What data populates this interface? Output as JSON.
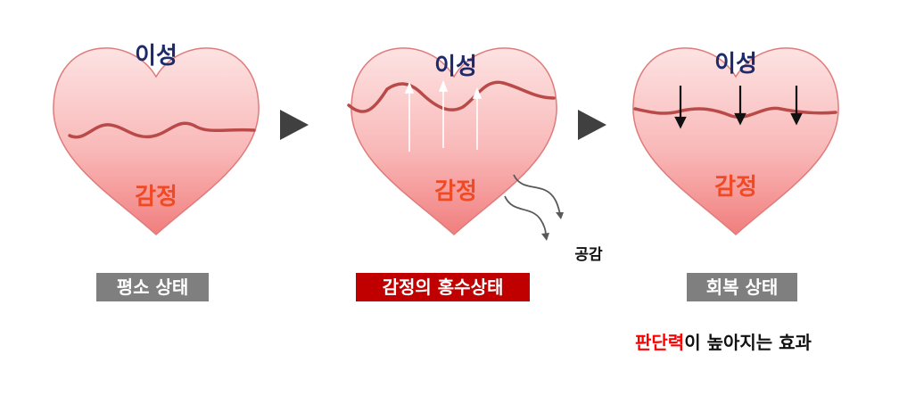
{
  "panels": [
    {
      "reason_label": "이성",
      "emotion_label": "감정",
      "state_label": "평소 상태",
      "state_color": "#7f7f7f"
    },
    {
      "reason_label": "이성",
      "emotion_label": "감정",
      "state_label": "감정의 홍수상태",
      "state_color": "#c00000",
      "side_label": "공감"
    },
    {
      "reason_label": "이성",
      "emotion_label": "감정",
      "state_label": "회복 상태",
      "state_color": "#7f7f7f"
    }
  ],
  "effect": {
    "highlight": "판단력",
    "rest": "이 높아지는 효과",
    "highlight_color": "#ff0000"
  },
  "colors": {
    "reason_text": "#1f2a6b",
    "emotion_text": "#f04a24",
    "wave": "#b94a48",
    "heart_fill_top": "#fbd3d3",
    "heart_fill_bottom": "#f58c8c",
    "arrow": "#404040"
  }
}
